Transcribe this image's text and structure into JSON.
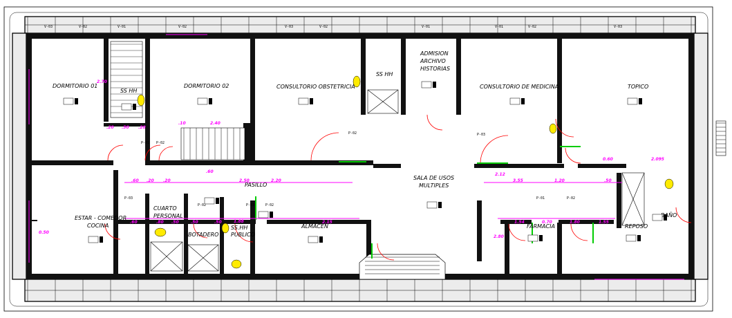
{
  "rooms": {
    "dormitorio1": "DORMITORIO 01",
    "dormitorio2": "DORMITORIO 02",
    "consultorio_obst": "CONSULTORIO OBSTETRICIA",
    "admision_1": "ADMISION",
    "admision_2": "ARCHIVO",
    "admision_3": "HISTORIAS",
    "consultorio_med": "CONSULTORIO DE MEDICINA",
    "topico": "TOPICO",
    "ss_hh_1": "SS HH",
    "ss_hh_2": "SS HH",
    "pasillo": "PASILLO",
    "sala_1": "SALA DE USOS",
    "sala_2": "MULTIPLES",
    "estar_1": "ESTAR - COMEDOR",
    "estar_2": "COCINA",
    "cuarto_1": "CUARTO",
    "cuarto_2": "PERSONAL",
    "botadero": "BOTADERO",
    "ss_hh_pers_1": "SS.HH",
    "ss_hh_pers_2": "PUBLICO",
    "almacen": "ALMACEN",
    "farmacia": "FARMACIA",
    "reposo": "REPOSO",
    "bano": "BAÑO"
  },
  "dimensions": {
    "d1": "2.70",
    "d2": ".20",
    "d3": ".50",
    "d4": ".20",
    "d5": ".10",
    "d6": "2.40",
    "d7": ".60",
    "d8": ".20",
    "d9": ".20",
    "d10": "2.20",
    "d11": "2.15",
    "d12": "2.12",
    "d13": "3.55",
    "d14": "1.20",
    "d15": ".50",
    "d16": "0.60",
    "d17": "2.095",
    "d18": ".60",
    "d19": "1.54",
    "d20": "0.70",
    "d21": "1.80",
    "d22": "1.55",
    "d23": "2.80",
    "d24": "0.50",
    "d25": "1.88",
    "d26": ".60",
    "d27": ".80",
    "d28": ".50",
    "d29": ".50",
    "d30": ".50",
    "d31": "2.50"
  },
  "door_tags": [
    "P-01",
    "P-02",
    "P-02",
    "P-03",
    "P-02",
    "P-03",
    "P-02",
    "P-03",
    "P-02",
    "P-01"
  ],
  "window_tags": [
    "V-03",
    "V-02",
    "V-01",
    "V-02",
    "V-03",
    "V-02",
    "V-01",
    "V-01",
    "V-02",
    "V-03"
  ],
  "colors": {
    "wall_fill": "#ececec",
    "dimension": "#ff00ff",
    "door_arc": "#ff0000",
    "glass": "#00cc00",
    "ink": "#000000"
  }
}
